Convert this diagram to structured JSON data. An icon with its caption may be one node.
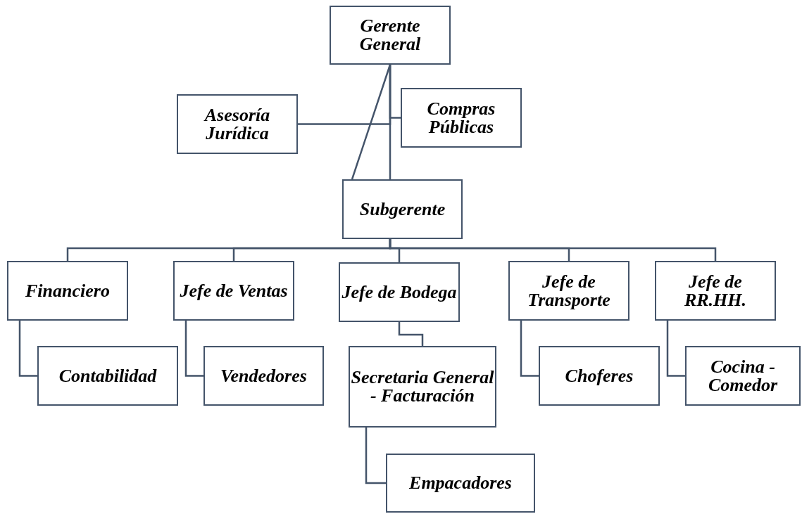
{
  "diagram": {
    "nodes": [
      {
        "text": [
          "Gerente General"
        ]
      },
      {
        "text": [
          "Asesoría Jurídica"
        ]
      },
      {
        "text": [
          "Compras Públicas"
        ]
      },
      {
        "text": [
          "Subgerente"
        ]
      },
      {
        "text": [
          "Financiero"
        ]
      },
      {
        "text": [
          "Jefe de Ventas"
        ]
      },
      {
        "text": [
          "Jefe de Bodega"
        ]
      },
      {
        "text": [
          "Jefe de Transporte"
        ]
      },
      {
        "text": [
          "Jefe de RR.HH."
        ]
      },
      {
        "text": [
          "Contabilidad"
        ]
      },
      {
        "text": [
          "Vendedores"
        ]
      },
      {
        "text": [
          "Secretaria General - Facturación"
        ]
      },
      {
        "text": [
          "Choferes"
        ]
      },
      {
        "text": [
          "Cocina - Comedor"
        ]
      },
      {
        "text": [
          "Empacadores"
        ]
      }
    ],
    "edges": [
      {
        "from": 0,
        "to": 3,
        "arrow": "none"
      },
      {
        "from": 0,
        "to": 3,
        "arrow": "none"
      },
      {
        "from": 0,
        "to": 1,
        "arrow": "none"
      },
      {
        "from": 0,
        "to": 2,
        "arrow": "none"
      },
      {
        "from": 3,
        "to": 4,
        "arrow": "none"
      },
      {
        "from": 3,
        "to": 5,
        "arrow": "none"
      },
      {
        "from": 3,
        "to": 6,
        "arrow": "none"
      },
      {
        "from": 3,
        "to": 7,
        "arrow": "none"
      },
      {
        "from": 3,
        "to": 8,
        "arrow": "none"
      },
      {
        "from": 4,
        "to": 9,
        "arrow": "none"
      },
      {
        "from": 5,
        "to": 10,
        "arrow": "none"
      },
      {
        "from": 6,
        "to": 11,
        "arrow": "none"
      },
      {
        "from": 11,
        "to": 14,
        "arrow": "none"
      },
      {
        "from": 7,
        "to": 12,
        "arrow": "none"
      },
      {
        "from": 8,
        "to": 13,
        "arrow": "none"
      }
    ]
  }
}
